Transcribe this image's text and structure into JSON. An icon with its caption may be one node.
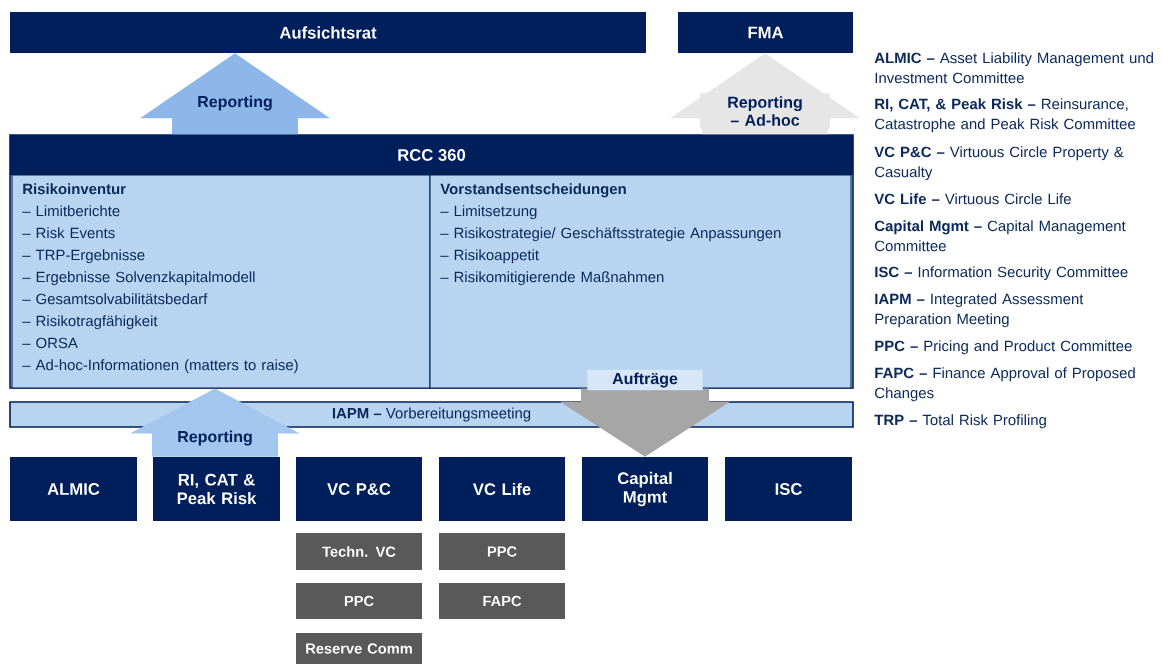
{
  "diagram": {
    "nodes": [
      {
        "text": [
          "Aufsichtsrat"
        ]
      },
      {
        "text": [
          "FMA"
        ]
      },
      {
        "text": [
          "RCC 360"
        ]
      },
      {
        "text": [
          "Risikoinventur",
          "– Limitberichte",
          "– Risk Events",
          "– TRP-Ergebnisse",
          "– Ergebnisse Solvenzkapitalmodell",
          "– Gesamtsolvabilitätsbedarf",
          "– Risikotragfähigkeit",
          "– ORSA",
          "– Ad-hoc-Informationen (matters to raise)"
        ],
        "in": 2
      },
      {
        "text": [
          "Vorstandsentscheidungen",
          "– Limitsetzung",
          "– Risikostrategie/ Geschäftsstrategie Anpassungen",
          "– Risikoappetit",
          "– Risikomitigierende Maßnahmen"
        ],
        "in": 2
      },
      {
        "text": [
          "**IAPM –** Vorbereitungsmeeting"
        ]
      },
      {
        "text": [
          "ALMIC"
        ]
      },
      {
        "text": [
          "RI, CAT & Peak Risk"
        ]
      },
      {
        "text": [
          "VC P&C"
        ]
      },
      {
        "text": [
          "VC Life"
        ]
      },
      {
        "text": [
          "Capital Mgmt"
        ]
      },
      {
        "text": [
          "ISC"
        ]
      },
      {
        "text": [
          "Techn. VC"
        ]
      },
      {
        "text": [
          "PPC"
        ]
      },
      {
        "text": [
          "Reserve Comm"
        ]
      },
      {
        "text": [
          "PPC"
        ]
      },
      {
        "text": [
          "FAPC"
        ]
      }
    ],
    "edges": [
      {
        "from": 2,
        "to": 0,
        "arrow": "to",
        "label": "Reporting",
        "color": "#8cb7e8"
      },
      {
        "from": 2,
        "to": 1,
        "arrow": "to",
        "label": "Reporting – Ad-hoc",
        "color": "#e6e6e6"
      },
      {
        "from": 7,
        "to": 3,
        "arrow": "to",
        "label": "Reporting",
        "color": "#a3c6ee"
      },
      {
        "from": 4,
        "to": 10,
        "arrow": "to",
        "label": "Aufträge",
        "color": "#a6a6a6"
      }
    ],
    "labels": [
      "**ALMIC –** Asset Liability Management und Investment Committee",
      "**RI, CAT, & Peak Risk –** Reinsurance, Catastrophe and Peak Risk Committee",
      "**VC P&C –** Virtuous Circle Property & Casualty",
      "**VC Life –** Virtuous Circle Life",
      "**Capital Mgmt –** Capital Management Committee",
      "**ISC –** Information Security Committee",
      "**IAPM –** Integrated Assessment Preparation Meeting",
      "**PPC –** Pricing and Product Committee",
      "**FAPC –** Finance Approval of Proposed Changes",
      "**TRP –** Total Risk Profiling"
    ]
  }
}
